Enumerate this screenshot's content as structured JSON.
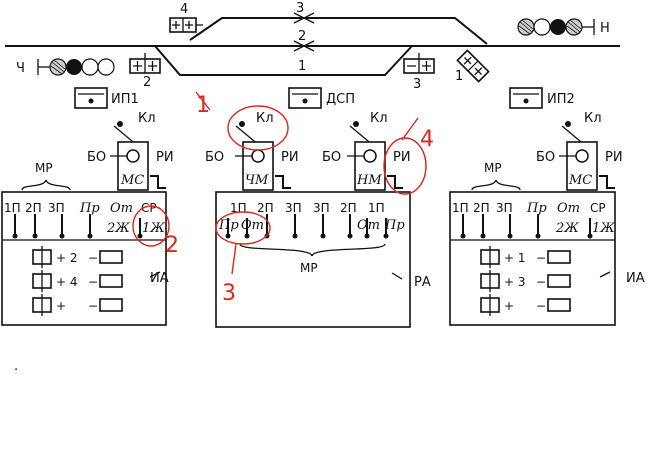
{
  "tracks": {
    "track_top": "4",
    "track_3": "3",
    "track_2": "2",
    "track_1": "1",
    "right_end": "Н",
    "left_end": "Ч",
    "switch_2": "2",
    "switch_3": "3",
    "switch_1": "1"
  },
  "indicators": {
    "ip1": "ИП1",
    "dsp": "ДСП",
    "ip2": "ИП2"
  },
  "units": {
    "kl": "Кл",
    "bo": "БО",
    "ri": "РИ",
    "ms": "МС",
    "chm": "ЧМ",
    "nm": "НМ"
  },
  "panel_left": {
    "group": "МР",
    "row1": [
      "1П",
      "2П",
      "3П"
    ],
    "pr": "Пр",
    "ot": "От",
    "sr": "СР",
    "zh2": "2Ж",
    "zh1": "1Ж",
    "rows": [
      "+ 2",
      "+ 4",
      "+"
    ],
    "minus": "−",
    "label": "ИА"
  },
  "panel_mid": {
    "row1": [
      "1П",
      "2П",
      "3П",
      "3П",
      "2П",
      "1П"
    ],
    "row2": [
      "Пр",
      "От",
      "От",
      "Пр"
    ],
    "group": "МР",
    "label": "РА"
  },
  "panel_right": {
    "group": "МР",
    "row1": [
      "1П",
      "2П",
      "3П"
    ],
    "pr": "Пр",
    "ot": "От",
    "sr": "СР",
    "zh2": "2Ж",
    "zh1": "1Ж",
    "rows": [
      "+ 1",
      "+ 3",
      "+"
    ],
    "minus": "−",
    "label": "ИА"
  },
  "annotations": {
    "n1": "1",
    "n2": "2",
    "n3": "3",
    "n4": "4"
  },
  "dot": "."
}
